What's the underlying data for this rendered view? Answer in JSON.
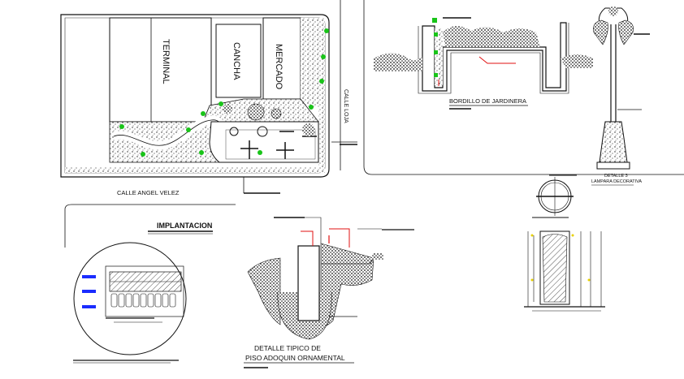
{
  "plan": {
    "terminal": "TERMINAL",
    "cancha": "CANCHA",
    "mercado": "MERCADO",
    "calle_loja": "CALLE LOJA",
    "calle_angel_velez": "CALLE ANGEL VELEZ",
    "title": "IMPLANTACION"
  },
  "details": {
    "bordillo_title": "BORDILLO DE JARDINERA",
    "piso_title_line1": "DETALLE TIPICO DE",
    "piso_title_line2": "PISO ADOQUIN ORNAMENTAL",
    "lampara_caption_1": "DETALLE 3",
    "lampara_caption_2": "LAMPARA DECORATIVA"
  },
  "colors": {
    "plant_green": "#19c419",
    "accent_blue": "#1a2cff",
    "accent_red": "#e01010",
    "line": "#111111"
  }
}
